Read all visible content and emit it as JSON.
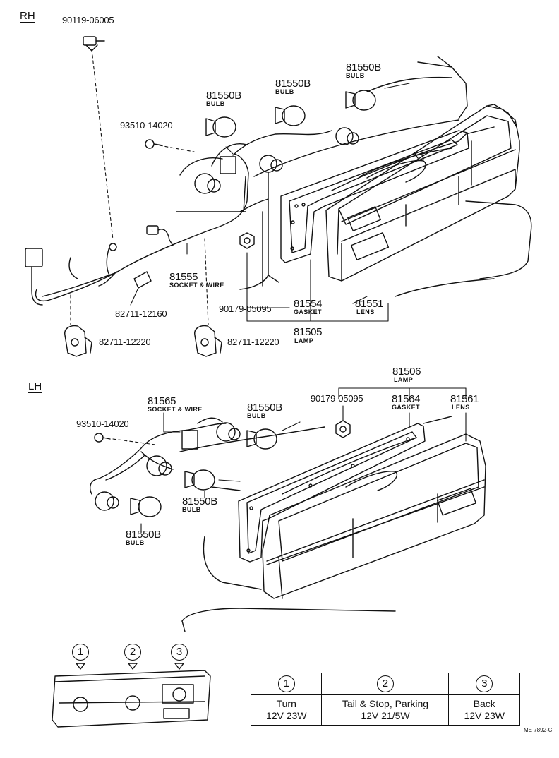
{
  "sections": {
    "rh": "RH",
    "lh": "LH"
  },
  "rh": {
    "bolt": "90119-06005",
    "screw": "93510-14020",
    "bulb_a": {
      "pn": "81550B",
      "name": "BULB"
    },
    "bulb_b": {
      "pn": "81550B",
      "name": "BULB"
    },
    "bulb_c": {
      "pn": "81550B",
      "name": "BULB"
    },
    "socket_wire": {
      "pn": "81555",
      "name": "SOCKET & WIRE"
    },
    "connector": "82711-12160",
    "clamp_left": "82711-12220",
    "clamp_right": "82711-12220",
    "nut": "90179-05095",
    "gasket": {
      "pn": "81554",
      "name": "GASKET"
    },
    "lens": {
      "pn": "81551",
      "name": "LENS"
    },
    "lamp": {
      "pn": "81505",
      "name": "LAMP"
    }
  },
  "lh": {
    "lamp": {
      "pn": "81506",
      "name": "LAMP"
    },
    "nut": "90179-05095",
    "gasket": {
      "pn": "81564",
      "name": "GASKET"
    },
    "lens": {
      "pn": "81561",
      "name": "LENS"
    },
    "socket_wire": {
      "pn": "81565",
      "name": "SOCKET & WIRE"
    },
    "bulb_top": {
      "pn": "81550B",
      "name": "BULB"
    },
    "screw": "93510-14020",
    "bulb_mid": {
      "pn": "81550B",
      "name": "BULB"
    },
    "bulb_low": {
      "pn": "81550B",
      "name": "BULB"
    }
  },
  "bulb_positions": [
    "1",
    "2",
    "3"
  ],
  "legend": {
    "columns": [
      {
        "num": "1",
        "function": "Turn",
        "spec": "12V 23W"
      },
      {
        "num": "2",
        "function": "Tail & Stop, Parking",
        "spec": "12V 21/5W"
      },
      {
        "num": "3",
        "function": "Back",
        "spec": "12V 23W"
      }
    ]
  },
  "drawing_code": "ME 7892-C"
}
